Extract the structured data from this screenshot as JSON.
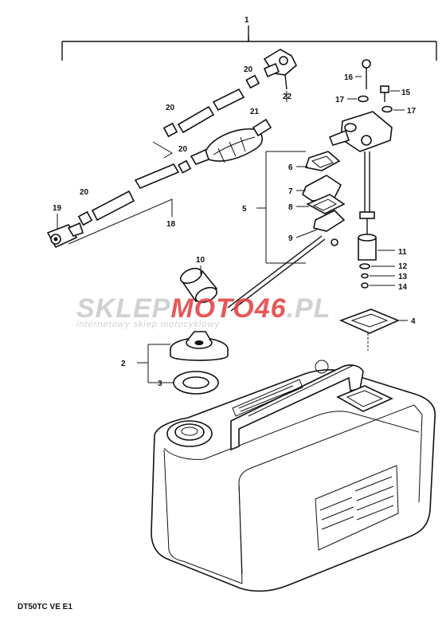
{
  "callouts": {
    "c1": "1",
    "c2": "2",
    "c3": "3",
    "c4": "4",
    "c5": "5",
    "c6": "6",
    "c7": "7",
    "c8": "8",
    "c9": "9",
    "c10": "10",
    "c11": "11",
    "c12": "12",
    "c13": "13",
    "c14": "14",
    "c15": "15",
    "c16": "16",
    "c17a": "17",
    "c17b": "17",
    "c18": "18",
    "c19": "19",
    "c20a": "20",
    "c20b": "20",
    "c20c": "20",
    "c20d": "20",
    "c21": "21",
    "c22": "22"
  },
  "watermark": {
    "brand_grey_1": "SKLEP",
    "brand_red": "MOTO",
    "brand_grey_2": "46",
    "brand_tld": ".PL",
    "tagline": "internetowy sklep motocyklowy",
    "color_grey": "#c9c9c9",
    "color_red": "#e23b3b"
  },
  "footer": {
    "model_code": "DT50TC VE E1"
  }
}
